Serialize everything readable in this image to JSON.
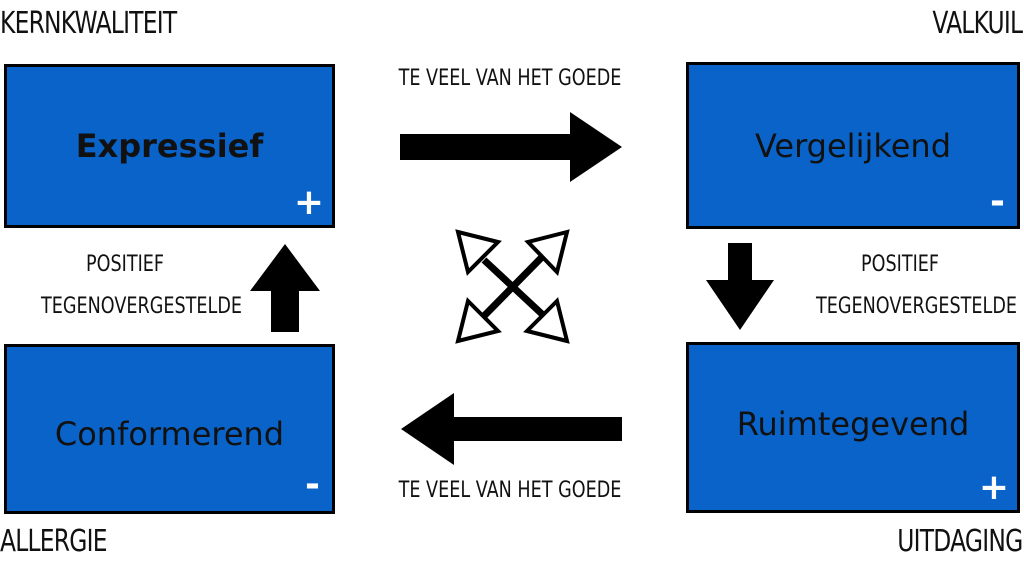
{
  "corners": {
    "top_left": "KERNKWALITEIT",
    "top_right": "VALKUIL",
    "bottom_left": "ALLERGIE",
    "bottom_right": "UITDAGING"
  },
  "boxes": {
    "top_left": {
      "title": "Expressief",
      "sign": "+"
    },
    "top_right": {
      "title": "Vergelijkend",
      "sign": "-"
    },
    "bottom_left": {
      "title": "Conformerend",
      "sign": "-"
    },
    "bottom_right": {
      "title": "Ruimtegevend",
      "sign": "+"
    }
  },
  "labels": {
    "top_arrow": "TE VEEL VAN HET GOEDE",
    "bottom_arrow": "TE VEEL VAN HET GOEDE",
    "left_line1": "POSITIEF",
    "left_line2": "TEGENOVERGESTELDE",
    "right_line1": "POSITIEF",
    "right_line2": "TEGENOVERGESTELDE"
  },
  "colors": {
    "box_fill": "#0a63c9",
    "arrow": "#000000"
  }
}
